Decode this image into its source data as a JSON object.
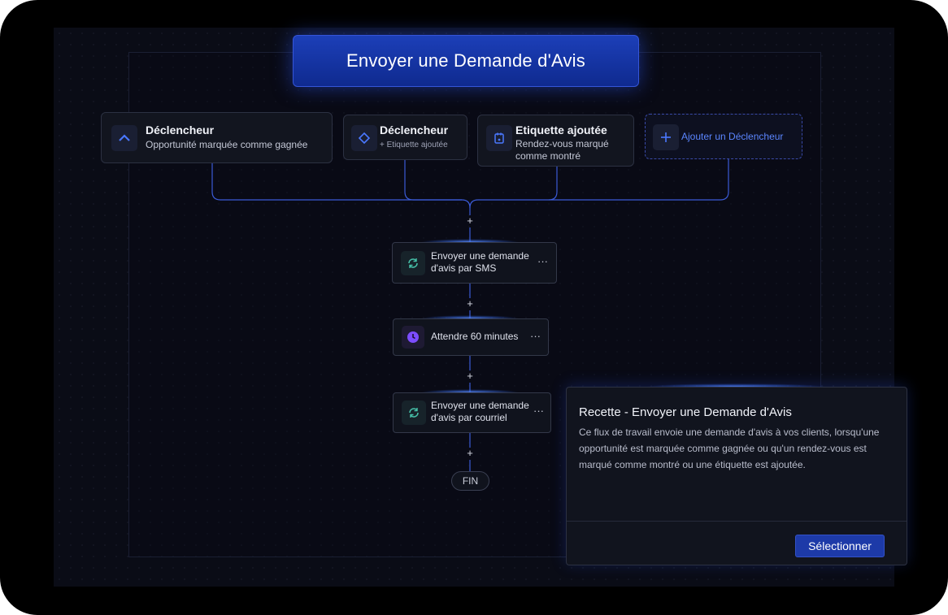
{
  "banner": {
    "title": "Envoyer une Demande d'Avis"
  },
  "triggers": [
    {
      "icon": "chevron-up-icon",
      "title": "Déclencheur",
      "subtitle": "Opportunité marquée comme gagnée"
    },
    {
      "icon": "diamond-icon",
      "title": "Déclencheur",
      "subtitle": "+ Etiquette ajoutée"
    },
    {
      "icon": "calendar-icon",
      "title": "Etiquette ajoutée",
      "subtitle_line1": "Rendez-vous marqué",
      "subtitle_line2": "comme montré"
    },
    {
      "icon": "plus-icon",
      "label": "Ajouter un Déclencheur"
    }
  ],
  "steps": [
    {
      "icon": "refresh-icon",
      "line1": "Envoyer une demande",
      "line2": "d'avis par SMS",
      "menu": "···"
    },
    {
      "icon": "clock-icon",
      "line1": "Attendre 60 minutes",
      "menu": "···"
    },
    {
      "icon": "refresh-icon",
      "line1": "Envoyer une demande",
      "line2": "d'avis par courriel",
      "menu": "···"
    }
  ],
  "connectors": {
    "plus": "+"
  },
  "end": {
    "label": "FIN"
  },
  "panel": {
    "title": "Recette - Envoyer une Demande d'Avis",
    "description": "Ce flux de travail envoie une demande d'avis à vos clients, lorsqu'une opportunité est marquée comme gagnée ou qu'un rendez-vous est marqué comme montré ou une étiquette est ajoutée.",
    "select_label": "Sélectionner"
  },
  "colors": {
    "accent": "#1d3aa8",
    "glow": "#2f6bff",
    "background": "#0a0c16",
    "wire": "#3b5bd6"
  }
}
